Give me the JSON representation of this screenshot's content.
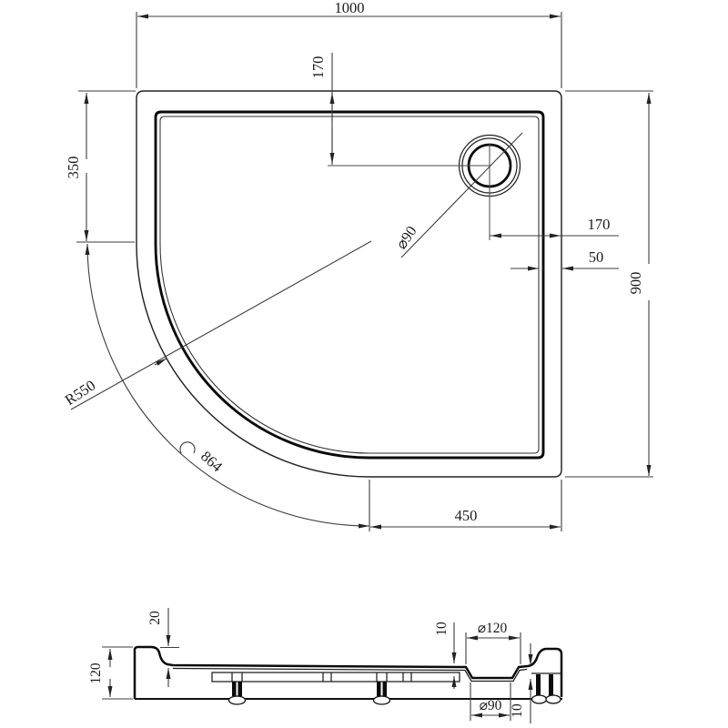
{
  "drawing": {
    "top_view": {
      "width": "1000",
      "drain_from_top": "170",
      "left_straight": "350",
      "corner_radius": "R550",
      "arc_length": "864",
      "drain_diameter": "⌀90",
      "drain_from_right": "170",
      "rim_width": "50",
      "height": "900",
      "bottom_straight": "450"
    },
    "section_view": {
      "rim_drop": "20",
      "total_height": "120",
      "floor_thickness": "10",
      "waste_top_diameter": "⌀120",
      "waste_bottom_diameter": "⌀90",
      "waste_recess_depth": "10"
    },
    "colors": {
      "line": "#0a0a0a",
      "dimension": "#3c3c3c",
      "background": "#ffffff"
    }
  }
}
